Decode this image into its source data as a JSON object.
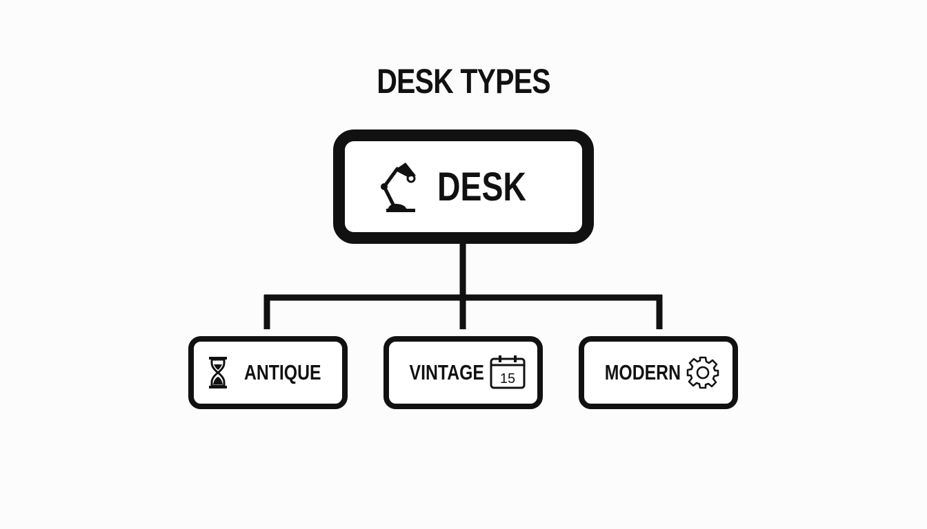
{
  "title": "DESK TYPES",
  "root": {
    "label": "DESK",
    "icon": "desk-lamp-icon"
  },
  "children": [
    {
      "label": "ANTIQUE",
      "icon": "hourglass-icon"
    },
    {
      "label": "VINTAGE",
      "icon": "calendar-icon",
      "icon_text": "15"
    },
    {
      "label": "MODERN",
      "icon": "gear-icon"
    }
  ],
  "colors": {
    "line": "#111111",
    "background": "#fcfcfc",
    "box_fill": "#ffffff"
  }
}
